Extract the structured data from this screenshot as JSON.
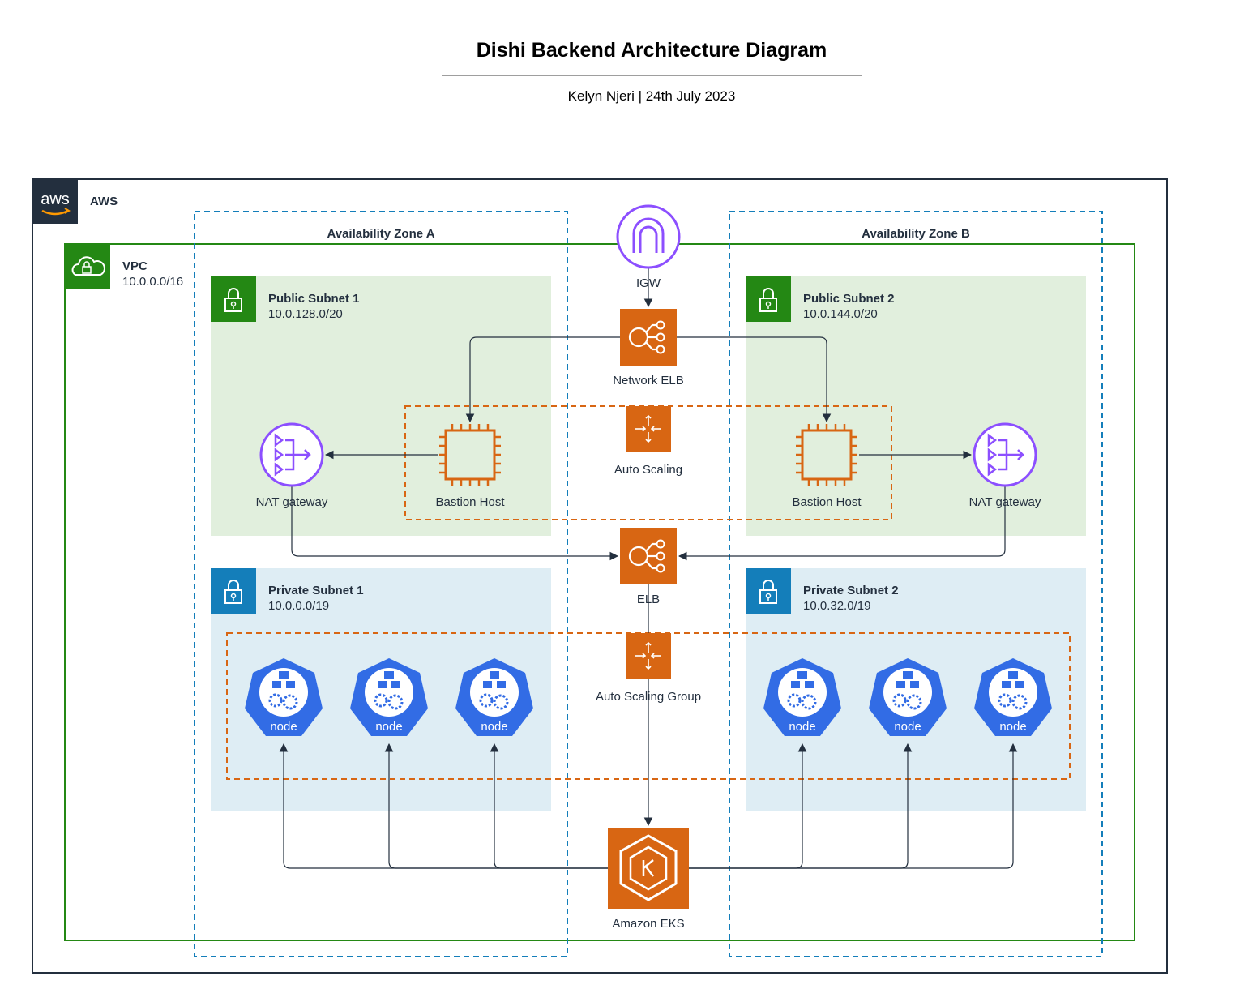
{
  "header": {
    "title": "Dishi Backend Architecture Diagram",
    "subtitle": "Kelyn Njeri | 24th July 2023"
  },
  "colors": {
    "aws_border": "#232f3e",
    "vpc_green": "#248814",
    "az_blue": "#147eba",
    "public_subnet_bg": "#e1efdd",
    "private_subnet_bg": "#deedf4",
    "private_subnet_badge": "#147eba",
    "orange": "#d86613",
    "purple": "#8c4fff",
    "k8s_blue": "#326ce5"
  },
  "aws": {
    "label": "AWS",
    "logo_text": "aws"
  },
  "vpc": {
    "label": "VPC",
    "cidr": "10.0.0.0/16"
  },
  "zones": {
    "a": {
      "label": "Availability Zone A"
    },
    "b": {
      "label": "Availability Zone B"
    }
  },
  "subnets": {
    "public1": {
      "label": "Public Subnet 1",
      "cidr": "10.0.128.0/20"
    },
    "public2": {
      "label": "Public Subnet 2",
      "cidr": "10.0.144.0/20"
    },
    "private1": {
      "label": "Private Subnet 1",
      "cidr": "10.0.0.0/19"
    },
    "private2": {
      "label": "Private Subnet 2",
      "cidr": "10.0.32.0/19"
    }
  },
  "nodes": {
    "igw": {
      "label": "IGW",
      "icon": "internet-gateway-icon"
    },
    "network_elb": {
      "label": "Network ELB",
      "icon": "load-balancer-icon"
    },
    "auto_scaling": {
      "label": "Auto Scaling",
      "icon": "auto-scaling-icon"
    },
    "bastion_a": {
      "label": "Bastion Host",
      "icon": "ec2-instance-icon"
    },
    "bastion_b": {
      "label": "Bastion Host",
      "icon": "ec2-instance-icon"
    },
    "nat_a": {
      "label": "NAT gateway",
      "icon": "nat-gateway-icon"
    },
    "nat_b": {
      "label": "NAT gateway",
      "icon": "nat-gateway-icon"
    },
    "elb": {
      "label": "ELB",
      "icon": "load-balancer-icon"
    },
    "asg": {
      "label": "Auto Scaling Group",
      "icon": "auto-scaling-icon"
    },
    "eks": {
      "label": "Amazon EKS",
      "icon": "eks-icon"
    },
    "k8s_nodes": [
      {
        "label": "node",
        "zone": "a"
      },
      {
        "label": "node",
        "zone": "a"
      },
      {
        "label": "node",
        "zone": "a"
      },
      {
        "label": "node",
        "zone": "b"
      },
      {
        "label": "node",
        "zone": "b"
      },
      {
        "label": "node",
        "zone": "b"
      }
    ]
  },
  "edges": [
    {
      "from": "igw",
      "to": "network_elb"
    },
    {
      "from": "network_elb",
      "to": "bastion_a"
    },
    {
      "from": "network_elb",
      "to": "bastion_b"
    },
    {
      "from": "bastion_a",
      "to": "nat_a"
    },
    {
      "from": "bastion_b",
      "to": "nat_b"
    },
    {
      "from": "nat_a",
      "to": "elb"
    },
    {
      "from": "nat_b",
      "to": "elb"
    },
    {
      "from": "elb",
      "to": "eks"
    },
    {
      "from": "eks",
      "to": "k8s_node_1"
    },
    {
      "from": "eks",
      "to": "k8s_node_2"
    },
    {
      "from": "eks",
      "to": "k8s_node_3"
    },
    {
      "from": "eks",
      "to": "k8s_node_4"
    },
    {
      "from": "eks",
      "to": "k8s_node_5"
    },
    {
      "from": "eks",
      "to": "k8s_node_6"
    }
  ]
}
